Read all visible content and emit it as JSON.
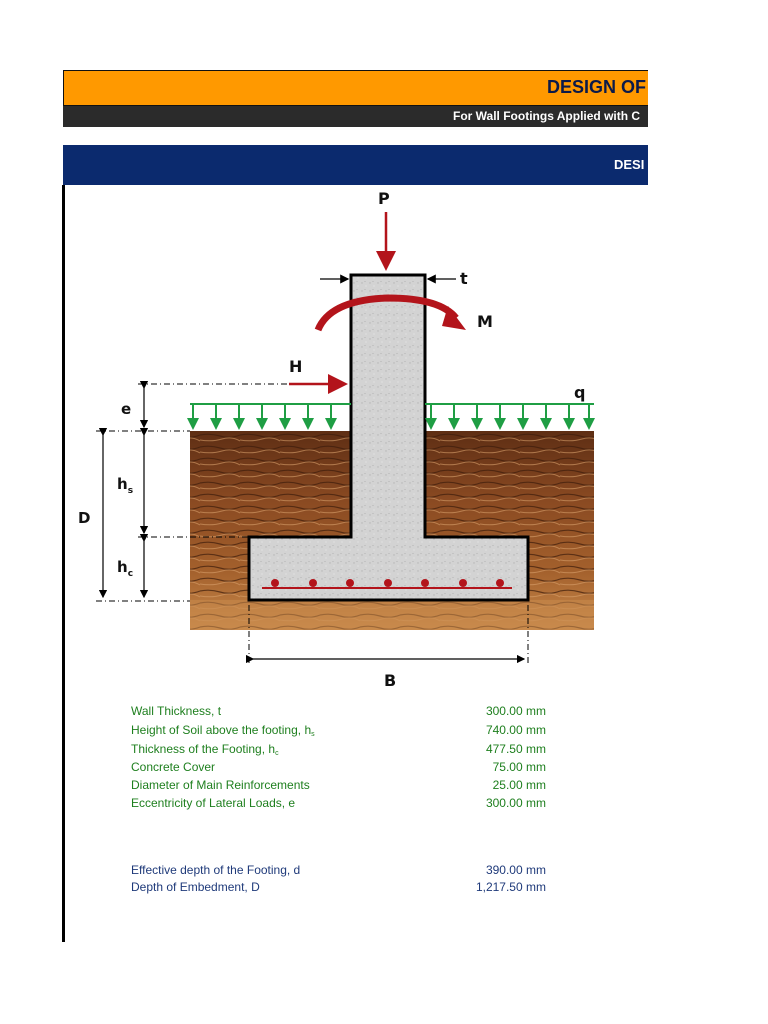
{
  "header": {
    "title": "DESIGN OF",
    "subtitle": "For Wall Footings Applied with C",
    "section": "DESI"
  },
  "diagram": {
    "labels": {
      "P": "P",
      "t": "t",
      "M": "M",
      "H": "H",
      "q": "q",
      "e": "e",
      "hs_main": "h",
      "hs_sub": "s",
      "D": "D",
      "hc_main": "h",
      "hc_sub": "c",
      "B": "B"
    },
    "colors": {
      "load": "#b3141b",
      "pressure": "#1f9e44",
      "outline": "#000000",
      "concrete": "#d3d3d3",
      "soil": "#8a4a22"
    }
  },
  "inputs": [
    {
      "label": "Wall Thickness, t",
      "sub": "",
      "value": "300.00",
      "unit": "mm"
    },
    {
      "label": "Height of Soil above the footing, h",
      "sub": "s",
      "value": "740.00",
      "unit": "mm"
    },
    {
      "label": "Thickness of the Footing, h",
      "sub": "c",
      "value": "477.50",
      "unit": "mm"
    },
    {
      "label": "Concrete Cover",
      "sub": "",
      "value": "75.00",
      "unit": "mm"
    },
    {
      "label": "Diameter of Main Reinforcements",
      "sub": "",
      "value": "25.00",
      "unit": "mm"
    },
    {
      "label": "Eccentricity of Lateral Loads, e",
      "sub": "",
      "value": "300.00",
      "unit": "mm"
    }
  ],
  "computed": [
    {
      "label": "Effective depth of the Footing, d",
      "value": "390.00",
      "unit": "mm"
    },
    {
      "label": "Depth of Embedment, D",
      "value": "1,217.50",
      "unit": "mm"
    }
  ]
}
